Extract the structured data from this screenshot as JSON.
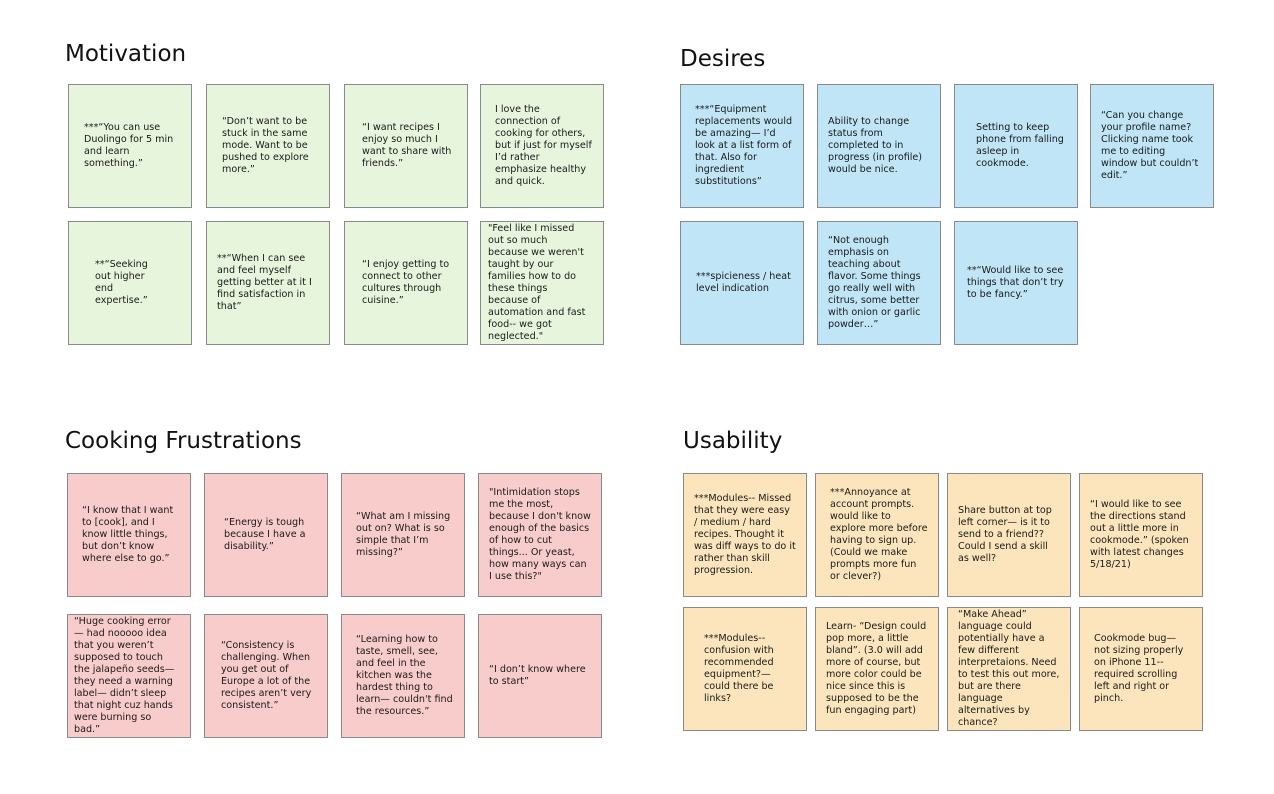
{
  "sections": [
    {
      "title": "Motivation",
      "notes": [
        "***“You can use Duolingo for 5 min and learn something.”",
        "“Don’t want to be stuck in the same mode. Want to be pushed to explore more.”",
        "“I want recipes I enjoy so much I want to share with friends.”",
        "I love the connection of cooking for others, but if just for myself I’d rather emphasize healthy and quick.",
        "**“Seeking out higher end expertise.”",
        "**“When I can see and feel myself getting better at it I find satisfaction in that”",
        "“I enjoy getting to connect to other cultures through cuisine.”",
        "\"Feel like I missed out so much because we weren't taught by our families how to do these things because of automation and fast food-- we got neglected.\""
      ]
    },
    {
      "title": "Desires",
      "notes": [
        "***“Equipment replacements would be amazing— I’d look at a list form of that. Also for ingredient substitutions”",
        "Ability to change status from completed to in progress (in profile) would be nice.",
        "Setting to keep phone from falling asleep in cookmode.",
        "“Can you change your profile name? Clicking name took me to editing window but couldn’t edit.”",
        "***spicieness / heat level indication",
        "“Not enough emphasis on teaching about flavor. Some things go really well with citrus, some better with onion or garlic powder…”",
        "**“Would like to see things that don’t try to be fancy.”"
      ]
    },
    {
      "title": "Cooking Frustrations",
      "notes": [
        "“I know that I want to [cook], and I know little things, but don’t know where else to go.”",
        "“Energy is tough because I have a disability.”",
        "“What am I missing out on? What is so simple that I’m missing?”",
        "\"Intimidation stops me the most, because I don't know enough of the basics of how to cut things... Or yeast, how many ways can I use this?\"",
        "“Huge cooking error— had nooooo idea that you weren’t supposed to touch the jalapeño seeds— they need a warning label— didn’t sleep that night cuz hands were burning so bad.”",
        "“Consistency is challenging. When you get out of Europe a lot of the recipes aren’t very consistent.”",
        "“Learning how to taste, smell, see, and feel in the kitchen was the hardest thing to learn— couldn't find the resources.”",
        "“I don’t know where to start”"
      ]
    },
    {
      "title": "Usability",
      "notes": [
        "***Modules-- Missed that they were easy / medium / hard recipes. Thought it was diff ways to do it rather than skill progression.",
        "***Annoyance at account prompts. would like to explore more before having to sign up. (Could we make prompts more fun or clever?)",
        "Share button at top left corner— is it to send to a friend?? Could I send a skill as well?",
        "“I would like to see the directions stand out a little more in cookmode.” (spoken with latest changes 5/18/21)",
        "***Modules-- confusion with recommended equipment?— could there be links?",
        "Learn- “Design could pop more, a little bland”. (3.0 will add more of course, but  more color could be nice since this is supposed to be the fun engaging part)",
        "“Make Ahead” language could potentially have a few different interpretaions. Need to test this out more, but are there language alternatives by chance?",
        "Cookmode bug— not sizing properly on iPhone 11-- required scrolling left and right or pinch."
      ]
    }
  ],
  "colors": {
    "motivation": "#e8f5dd",
    "desires": "#bfe5f7",
    "frustrations": "#f9cccc",
    "usability": "#fce5bc",
    "border": "#8a8a8a"
  }
}
